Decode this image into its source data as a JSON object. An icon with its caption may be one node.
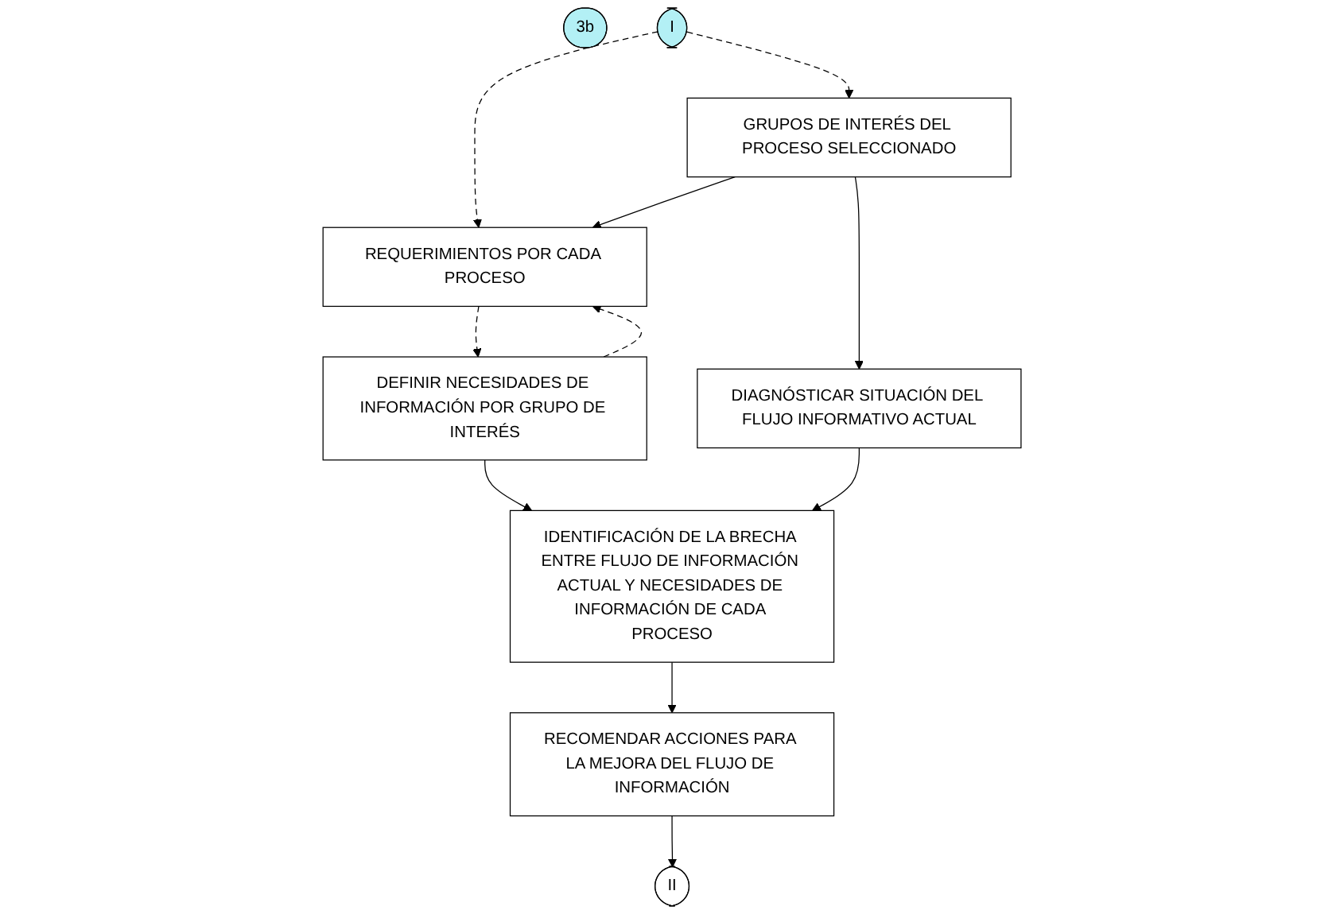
{
  "diagram": {
    "nodes": [
      {
        "text": [
          "3b"
        ]
      },
      {
        "text": [
          "I"
        ]
      },
      {
        "text": [
          "GRUPOS DE INTERÉS DEL PROCESO SELECCIONADO"
        ]
      },
      {
        "text": [
          "REQUERIMIENTOS POR CADA PROCESO"
        ]
      },
      {
        "text": [
          "DIAGNÓSTICAR SITUACIÓN DEL FLUJO INFORMATIVO ACTUAL"
        ]
      },
      {
        "text": [
          "DEFINIR NECESIDADES DE INFORMACIÓN POR GRUPO DE INTERÉS"
        ]
      },
      {
        "text": [
          "IDENTIFICACIÓN DE LA BRECHA ENTRE FLUJO DE INFORMACIÓN ACTUAL Y NECESIDADES DE INFORMACIÓN DE CADA PROCESO"
        ]
      },
      {
        "text": [
          "RECOMENDAR ACCIONES PARA LA MEJORA DEL FLUJO DE INFORMACIÓN"
        ]
      },
      {
        "text": [
          "II"
        ]
      }
    ],
    "edges": [
      {
        "from": 1,
        "to": 2,
        "arrow": "to",
        "style": "dashed"
      },
      {
        "from": 1,
        "to": 3,
        "arrow": "to",
        "style": "dashed"
      },
      {
        "from": 2,
        "to": 3,
        "arrow": "to"
      },
      {
        "from": 2,
        "to": 4,
        "arrow": "to"
      },
      {
        "from": 3,
        "to": 5,
        "arrow": "to",
        "style": "dashed"
      },
      {
        "from": 5,
        "to": 3,
        "arrow": "to",
        "style": "dashed"
      },
      {
        "from": 5,
        "to": 6,
        "arrow": "to"
      },
      {
        "from": 4,
        "to": 6,
        "arrow": "to"
      },
      {
        "from": 6,
        "to": 7,
        "arrow": "to"
      },
      {
        "from": 7,
        "to": 8,
        "arrow": "to"
      }
    ]
  }
}
